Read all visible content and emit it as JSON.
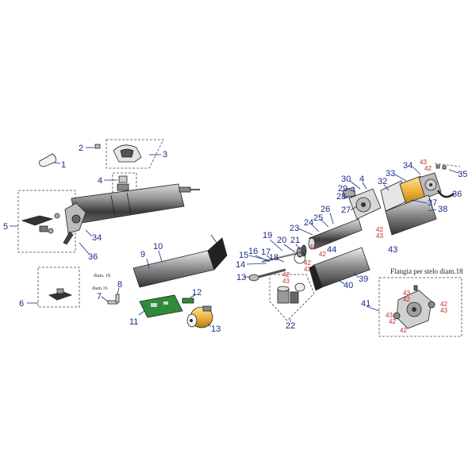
{
  "callouts": {
    "c1": "1",
    "c2": "2",
    "c3": "3",
    "c4": "4",
    "c5": "5",
    "c6": "6",
    "c7": "7",
    "c8": "8",
    "c9": "9",
    "c10": "10",
    "c11": "11",
    "c12": "12",
    "c13": "13",
    "c34a": "34",
    "c36a": "36",
    "r13": "13",
    "r14": "14",
    "r15": "15",
    "r16": "16",
    "r17": "17",
    "r18": "18",
    "r19": "19",
    "r20": "20",
    "r21": "21",
    "r22": "22",
    "r23": "23",
    "r24": "24",
    "r25": "25",
    "r26": "26",
    "r27": "27",
    "r28": "28",
    "r29": "29",
    "r30": "30",
    "r4": "4",
    "r32": "32",
    "r33": "33",
    "r34": "34",
    "r35": "35",
    "r36": "36",
    "r37": "37",
    "r38": "38",
    "r39": "39",
    "r40": "40",
    "r41": "41",
    "r43": "43",
    "r44": "44"
  },
  "red_callouts": {
    "a42": "42",
    "a43": "43",
    "b42": "42",
    "b43": "43",
    "c42": "42",
    "c43": "43",
    "d42": "42",
    "d43": "43",
    "e42": "42",
    "e43": "43",
    "f42": "42",
    "f43": "43",
    "g42": "42",
    "g43": "43",
    "h42": "42",
    "h43": "43",
    "i42": "42"
  },
  "notes": {
    "diam18": "diam. 18",
    "diam16": "diam.16",
    "flange_title": "Flangia per stelo diam.18"
  },
  "colors": {
    "callout": "#1a2a8a",
    "red_callout": "#c0282a",
    "motor_highlight": "#f0b43c",
    "pcb_green": "#2e8b3a"
  }
}
